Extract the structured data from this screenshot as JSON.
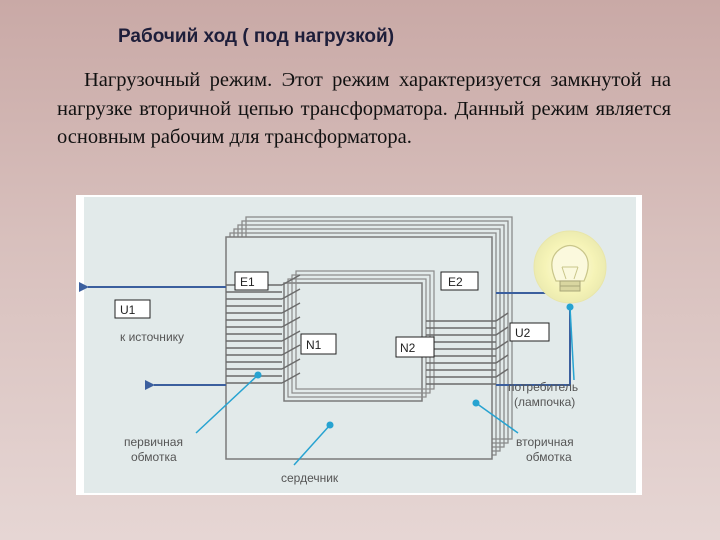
{
  "slide": {
    "title": "Рабочий ход ( под нагрузкой)",
    "body": "Нагрузочный режим. Этот режим характеризуется замкнутой на нагрузке вторичной цепью трансформатора. Данный режим является основным рабочим для трансформатора."
  },
  "diagram": {
    "labels": {
      "e1": "E1",
      "e2": "E2",
      "u1": "U1",
      "u2": "U2",
      "n1": "N1",
      "n2": "N2",
      "source": "к источнику",
      "consumer_line1": "потребитель",
      "consumer_line2": "(лампочка)",
      "primary_line1": "первичная",
      "primary_line2": "обмотка",
      "secondary_line1": "вторичная",
      "secondary_line2": "обмотка",
      "core": "сердечник"
    },
    "colors": {
      "panel_bg": "#e2eaea",
      "wire": "#3b5f9e",
      "coil": "#7a7a7a",
      "pointer": "#27a3d1",
      "label_text": "#555555",
      "bulb_glow": "#f5f3b6"
    }
  }
}
